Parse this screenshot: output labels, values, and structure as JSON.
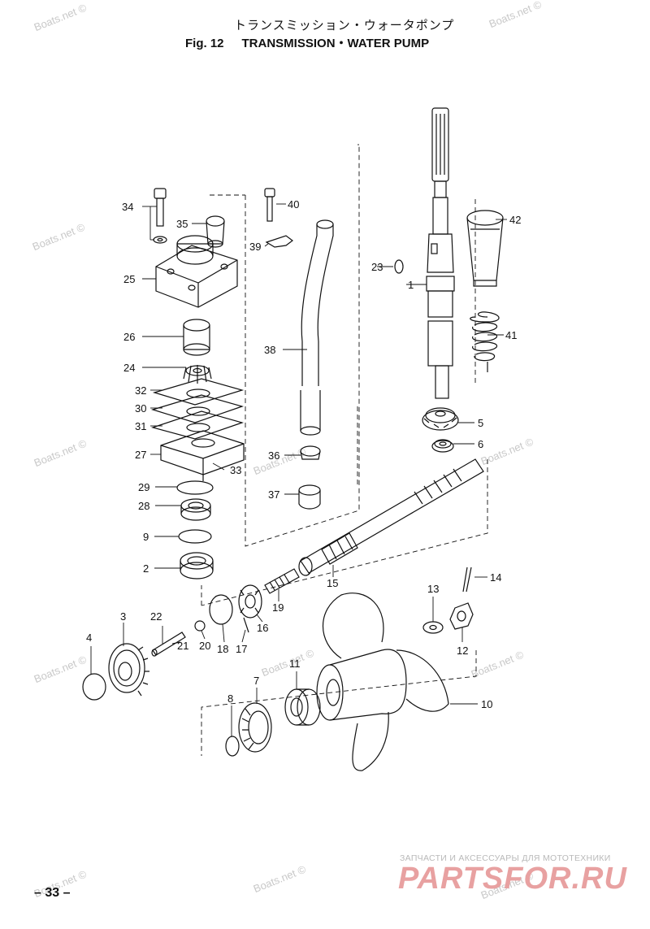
{
  "header": {
    "title_jp": "トランスミッション・ウォータポンプ",
    "fig_label": "Fig. 12",
    "title_en": "TRANSMISSION・WATER PUMP"
  },
  "watermark_text": "Boats.net ©",
  "page_number": "– 33 –",
  "brand": {
    "subtitle": "ЗАПЧАСТИ И АКСЕССУАРЫ ДЛЯ МОТОТЕХНИКИ",
    "name": "PARTSFOR.RU",
    "color": "#e8a1a1"
  },
  "callouts": {
    "n1": "1",
    "n2": "2",
    "n3": "3",
    "n4": "4",
    "n5": "5",
    "n6": "6",
    "n7": "7",
    "n8": "8",
    "n9": "9",
    "n10": "10",
    "n11": "11",
    "n12": "12",
    "n13": "13",
    "n14": "14",
    "n15": "15",
    "n16": "16",
    "n17": "17",
    "n18": "18",
    "n19": "19",
    "n20": "20",
    "n21": "21",
    "n22": "22",
    "n23": "23",
    "n24": "24",
    "n25": "25",
    "n26": "26",
    "n27": "27",
    "n28": "28",
    "n29": "29",
    "n30": "30",
    "n31": "31",
    "n32": "32",
    "n33": "33",
    "n35": "35",
    "n36": "36",
    "n37": "37",
    "n38": "38",
    "n39": "39",
    "n40": "40",
    "n41": "41",
    "n42": "42",
    "n34": "34"
  }
}
